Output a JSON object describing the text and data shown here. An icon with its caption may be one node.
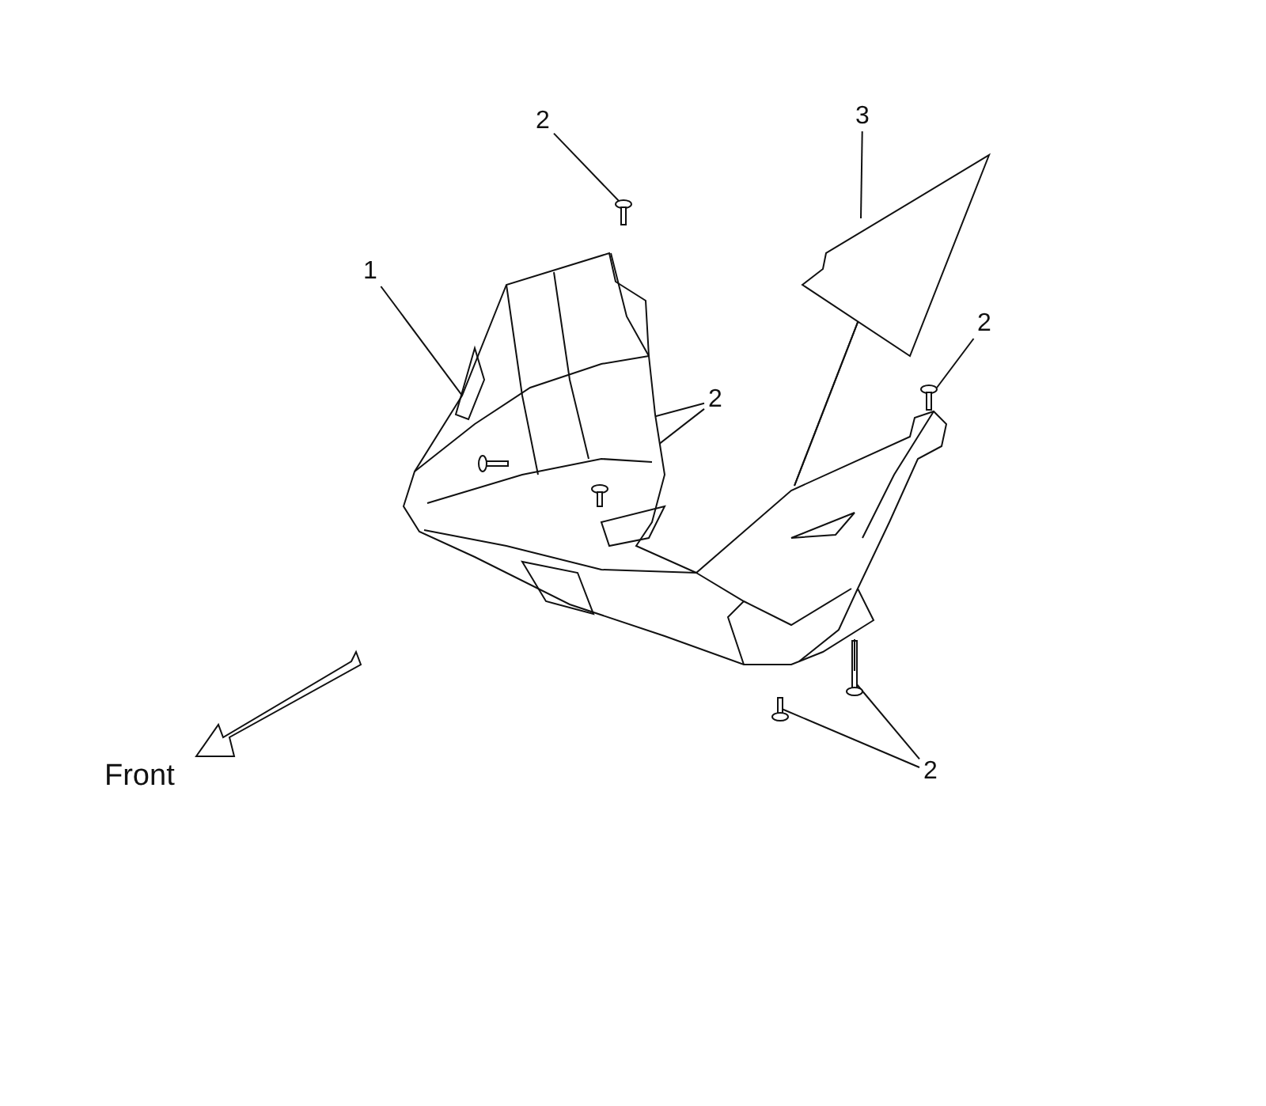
{
  "diagram": {
    "nodes": [
      {
        "text": [
          "1"
        ]
      },
      {
        "text": [
          "2"
        ]
      },
      {
        "text": [
          "3"
        ]
      },
      {
        "text": [
          "2"
        ]
      },
      {
        "text": [
          "2"
        ]
      },
      {
        "text": [
          "2"
        ]
      },
      {
        "text": [],
        "shape": "picture"
      },
      {
        "text": [],
        "shape": "picture"
      },
      {
        "text": [],
        "shape": "picture"
      },
      {
        "text": [],
        "shape": "picture"
      },
      {
        "text": [],
        "shape": "picture",
        "in": 6
      },
      {
        "text": [],
        "shape": "picture",
        "in": 6
      },
      {
        "text": [],
        "shape": "picture"
      },
      {
        "text": [],
        "shape": "picture"
      }
    ],
    "edges": [
      {
        "from": 0,
        "to": 6,
        "arrow": "none"
      },
      {
        "from": 1,
        "to": 7,
        "arrow": "none"
      },
      {
        "from": 2,
        "to": 8,
        "arrow": "none"
      },
      {
        "from": 3,
        "to": 9,
        "arrow": "none"
      },
      {
        "from": 4,
        "to": 10,
        "arrow": "none"
      },
      {
        "from": 4,
        "to": 11,
        "arrow": "none"
      },
      {
        "from": 5,
        "to": 12,
        "arrow": "none"
      },
      {
        "from": 5,
        "to": 13,
        "arrow": "none"
      },
      {
        "from": 8,
        "to": 6,
        "arrow": "none"
      }
    ],
    "labels": [
      "Front"
    ]
  }
}
